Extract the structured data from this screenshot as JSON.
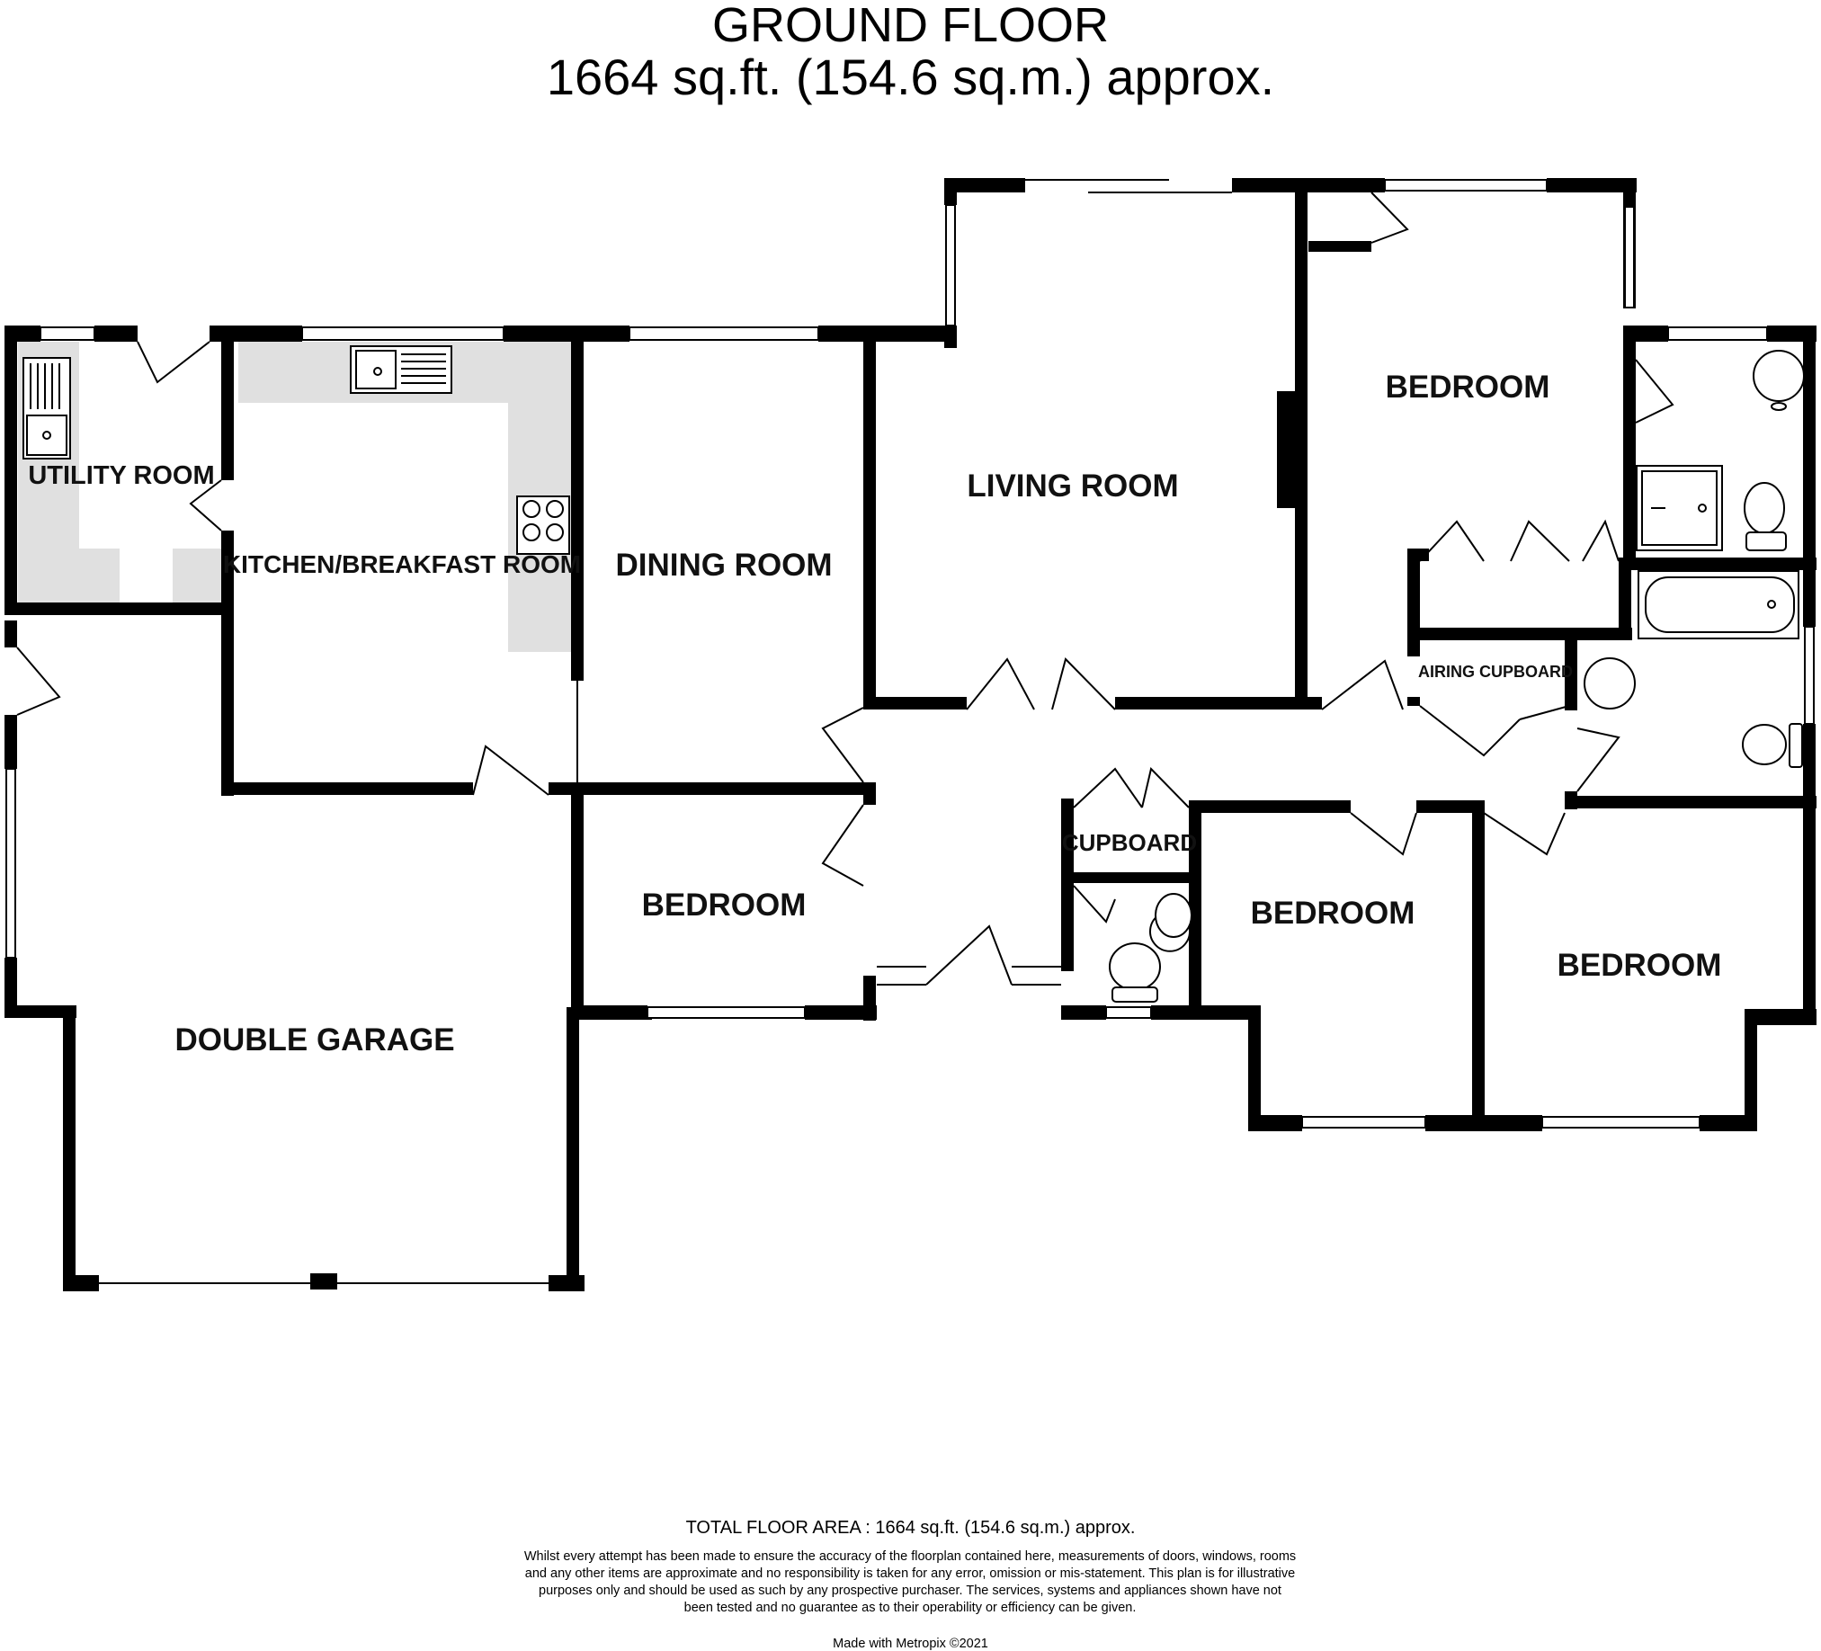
{
  "header": {
    "title": "GROUND FLOOR",
    "area": "1664 sq.ft. (154.6 sq.m.) approx."
  },
  "rooms": {
    "utility": "UTILITY ROOM",
    "kitchen": "KITCHEN/BREAKFAST ROOM",
    "dining": "DINING ROOM",
    "living": "LIVING ROOM",
    "bedroom_master": "BEDROOM",
    "airing": "AIRING CUPBOARD",
    "cupboard": "CUPBOARD",
    "bedroom_2": "BEDROOM",
    "bedroom_3": "BEDROOM",
    "bedroom_4": "BEDROOM",
    "garage": "DOUBLE GARAGE"
  },
  "footer": {
    "total": "TOTAL FLOOR AREA : 1664 sq.ft. (154.6 sq.m.) approx.",
    "disclaimer": "Whilst every attempt has been made to ensure the accuracy of the floorplan contained here, measurements of doors, windows, rooms and any other items are approximate and no responsibility is taken for any error, omission or mis-statement. This plan is for illustrative purposes only and should be used as such by any prospective purchaser. The services, systems and appliances shown have not been tested and no guarantee as to their operability or efficiency can be given.",
    "credit": "Made with Metropix ©2021"
  },
  "colors": {
    "wall": "#000000",
    "counter": "#e0e0e0",
    "fixture": "#ffffff"
  }
}
